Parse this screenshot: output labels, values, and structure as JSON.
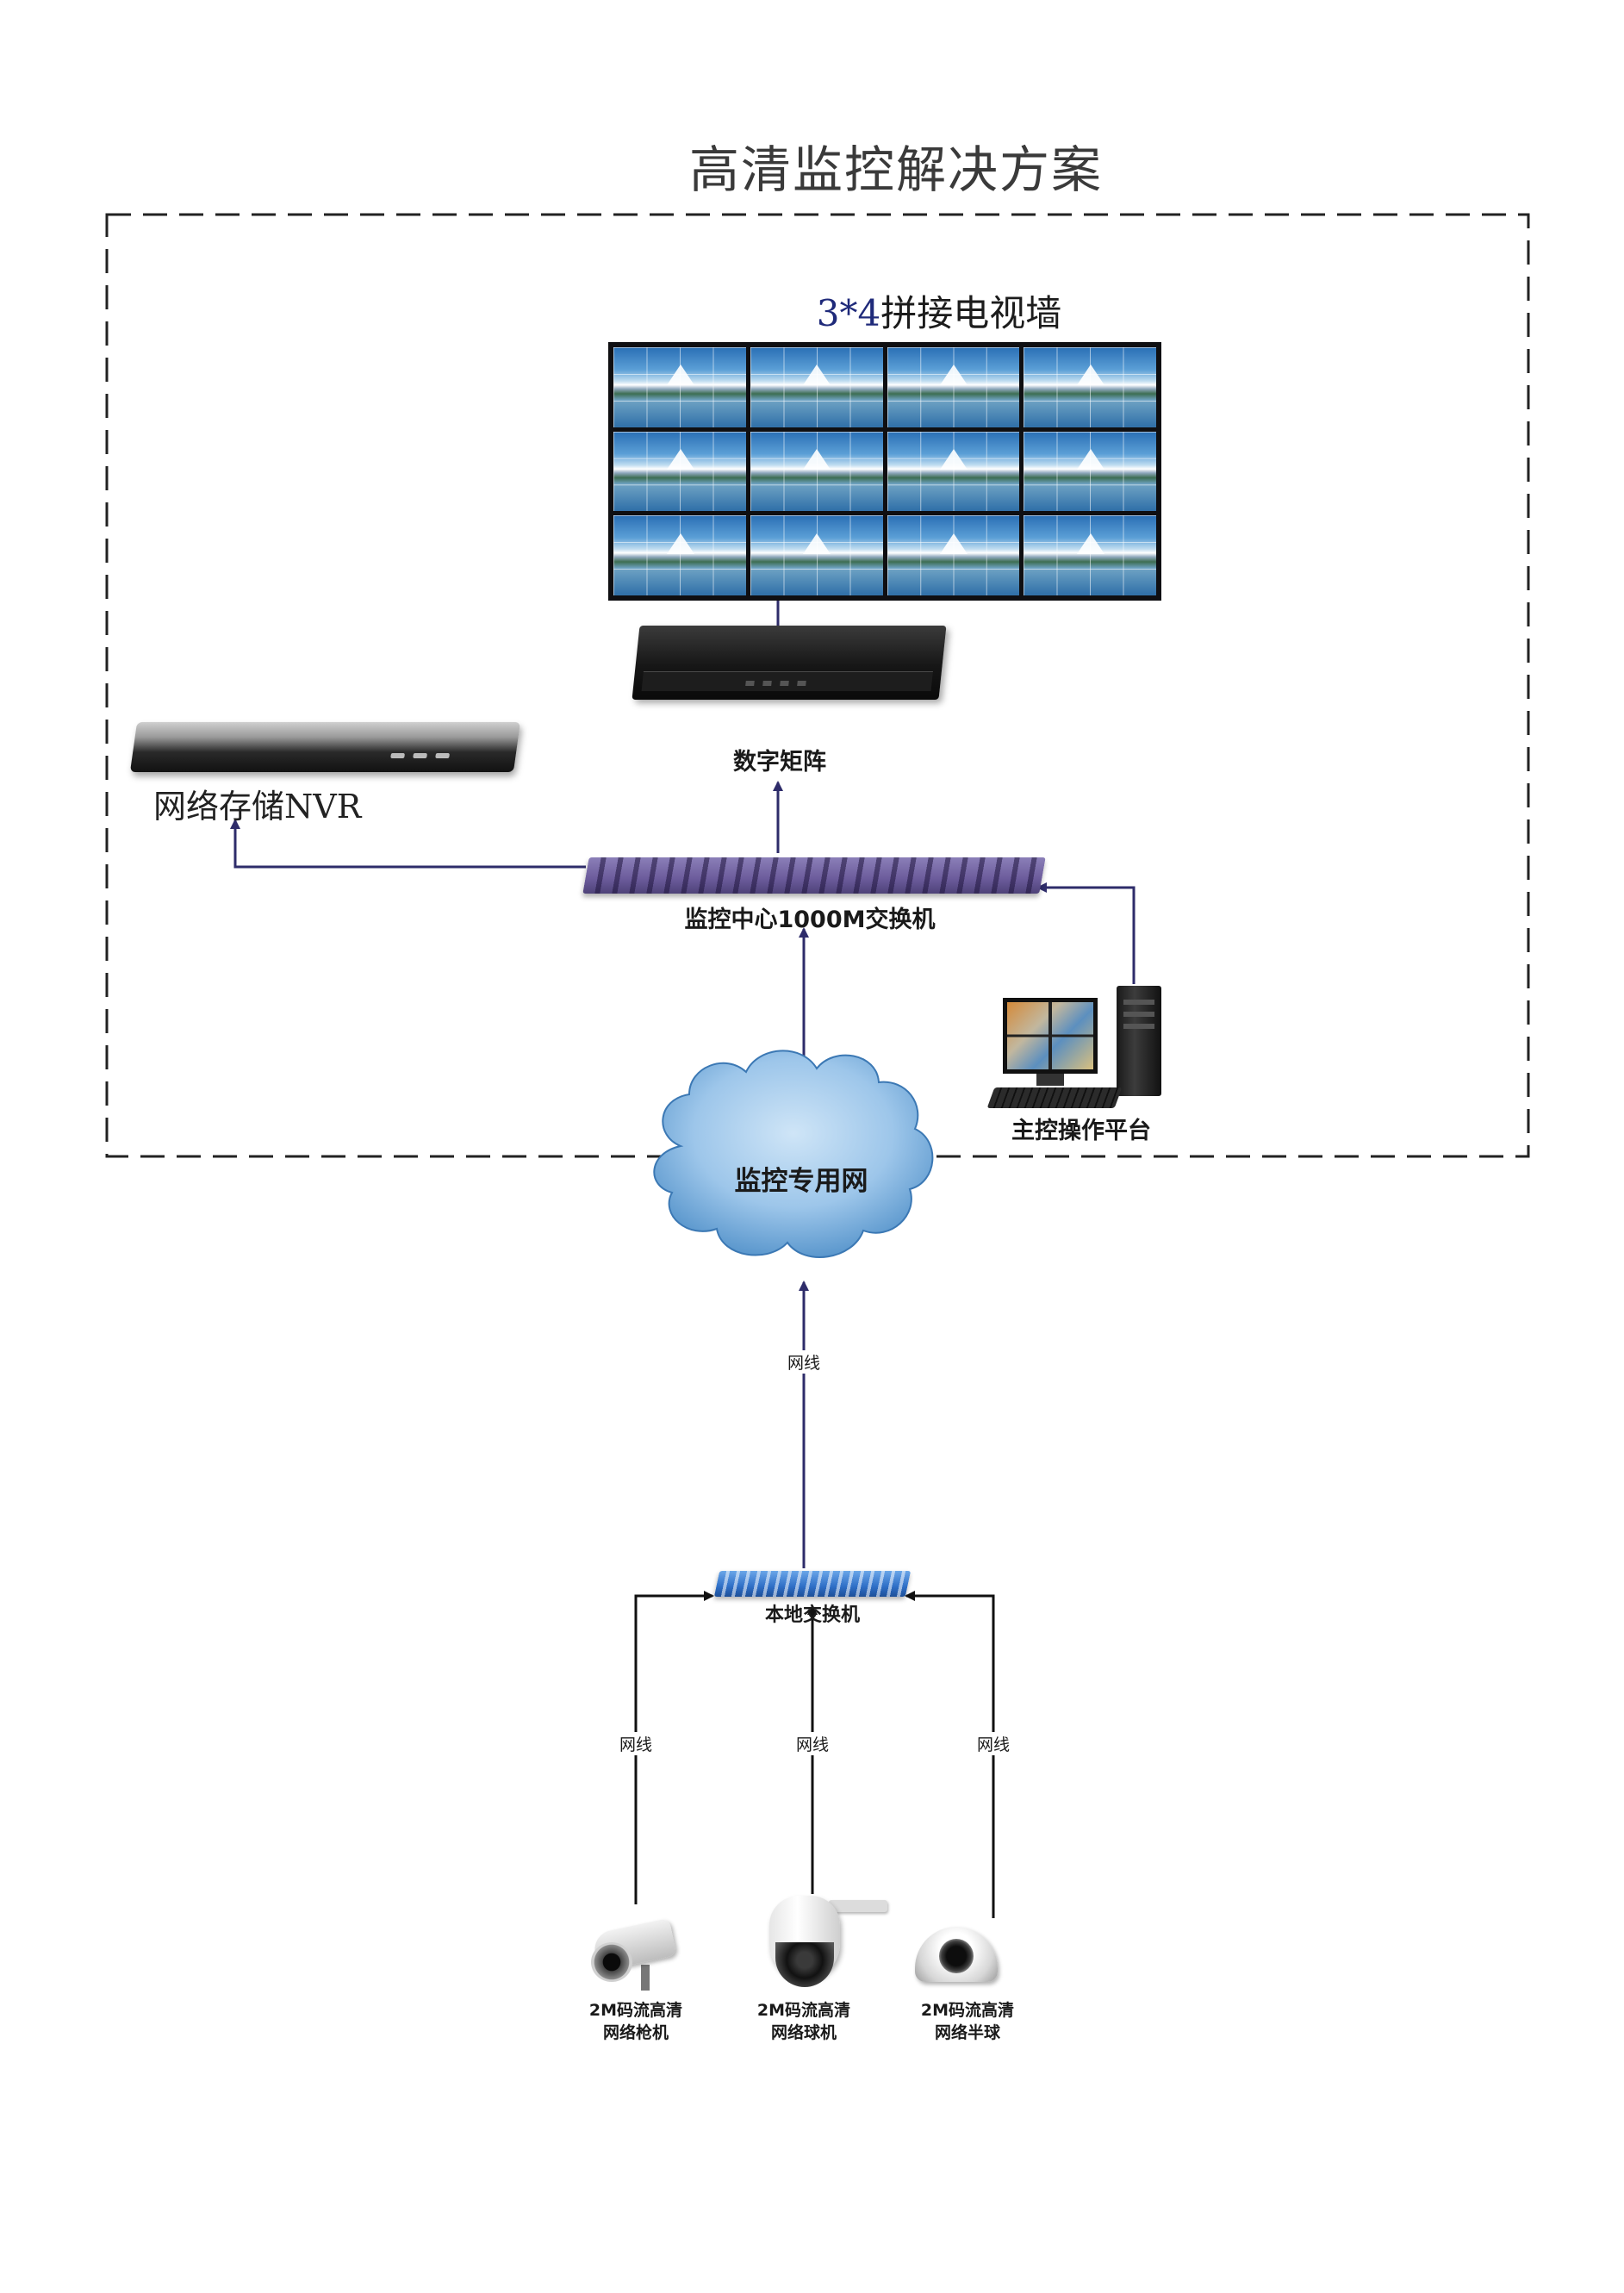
{
  "title": "高清监控解决方案",
  "video_wall": {
    "title_prefix": "3*4",
    "title_suffix": "拼接电视墙",
    "rows": 3,
    "cols": 4
  },
  "devices": {
    "matrix_label": "数字矩阵",
    "nvr_label": "网络存储NVR",
    "core_switch_label": "监控中心1000M交换机",
    "workstation_label": "主控操作平台",
    "network_label": "监控专用网",
    "local_switch_label": "本地交换机"
  },
  "links": {
    "uplink_label": "网线",
    "camera_link_labels": [
      "网线",
      "网线",
      "网线"
    ]
  },
  "cameras": [
    {
      "line1": "2M码流高清",
      "line2": "网络枪机",
      "icon": "bullet-camera-icon"
    },
    {
      "line1": "2M码流高清",
      "line2": "网络球机",
      "icon": "speed-dome-camera-icon"
    },
    {
      "line1": "2M码流高清",
      "line2": "网络半球",
      "icon": "mini-dome-camera-icon"
    }
  ],
  "colors": {
    "connector": "#2e2c6a",
    "camera_connector": "#111111",
    "boundary": "#222222",
    "cloud_fill": "#9dc6ea"
  }
}
